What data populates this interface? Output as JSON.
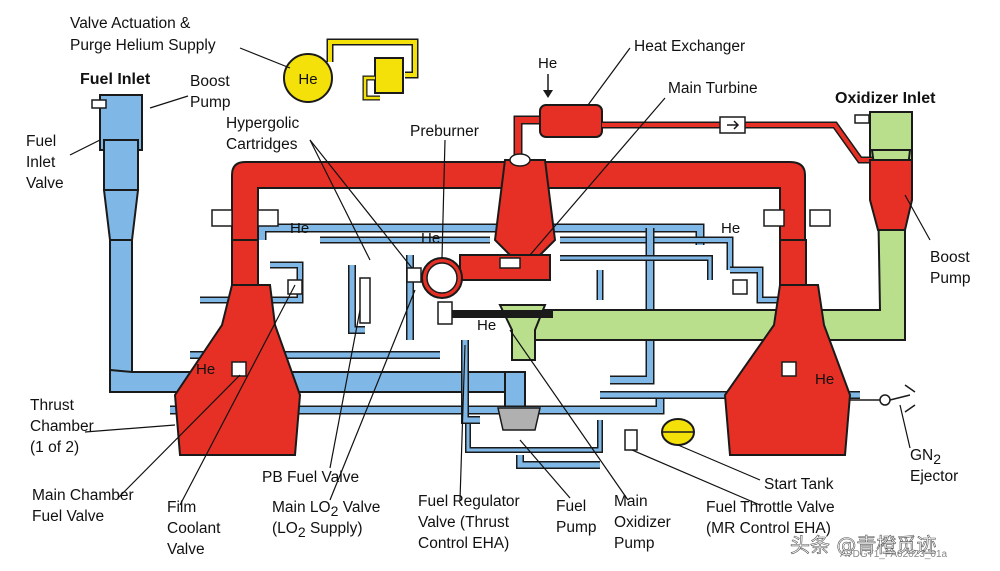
{
  "colors": {
    "fuel": "#7fb8e6",
    "oxidizer": "#b9df8c",
    "hot_gas": "#e63025",
    "helium": "#f5e10a",
    "outline": "#1a1a1a"
  },
  "labels": {
    "valve_actuation_1": "Valve Actuation &",
    "valve_actuation_2": "Purge Helium Supply",
    "fuel_inlet": "Fuel Inlet",
    "boost_pump_left_1": "Boost",
    "boost_pump_left_2": "Pump",
    "fuel_inlet_valve_1": "Fuel",
    "fuel_inlet_valve_2": "Inlet",
    "fuel_inlet_valve_3": "Valve",
    "hypergolic_1": "Hypergolic",
    "hypergolic_2": "Cartridges",
    "preburner": "Preburner",
    "heat_exchanger": "Heat Exchanger",
    "main_turbine": "Main Turbine",
    "oxidizer_inlet": "Oxidizer Inlet",
    "boost_pump_right_1": "Boost",
    "boost_pump_right_2": "Pump",
    "thrust_chamber_1": "Thrust",
    "thrust_chamber_2": "Chamber",
    "thrust_chamber_3": "(1 of 2)",
    "pb_fuel_valve": "PB Fuel Valve",
    "main_chamber_fuel_valve_1": "Main Chamber",
    "main_chamber_fuel_valve_2": "Fuel Valve",
    "film_coolant_1": "Film",
    "film_coolant_2": "Coolant",
    "film_coolant_3": "Valve",
    "main_lo2_valve_1": "Main LO",
    "main_lo2_valve_1_tail": " Valve",
    "main_lo2_valve_2": "(LO",
    "main_lo2_valve_2_tail": " Supply)",
    "fuel_regulator_1": "Fuel Regulator",
    "fuel_regulator_2": "Valve (Thrust",
    "fuel_regulator_3": "Control EHA)",
    "fuel_pump_1": "Fuel",
    "fuel_pump_2": "Pump",
    "main_ox_pump_1": "Main",
    "main_ox_pump_2": "Oxidizer",
    "main_ox_pump_3": "Pump",
    "start_tank": "Start Tank",
    "fuel_throttle_1": "Fuel Throttle Valve",
    "fuel_throttle_2": "(MR Control EHA)",
    "gn2_1": "GN",
    "gn2_1_sub": "2",
    "gn2_2": "Ejector",
    "subscript_2": "2",
    "he": "He"
  },
  "watermark": {
    "text": "头条 @青橙觅迹",
    "code": "AVDGT1_FA02023_01a"
  }
}
